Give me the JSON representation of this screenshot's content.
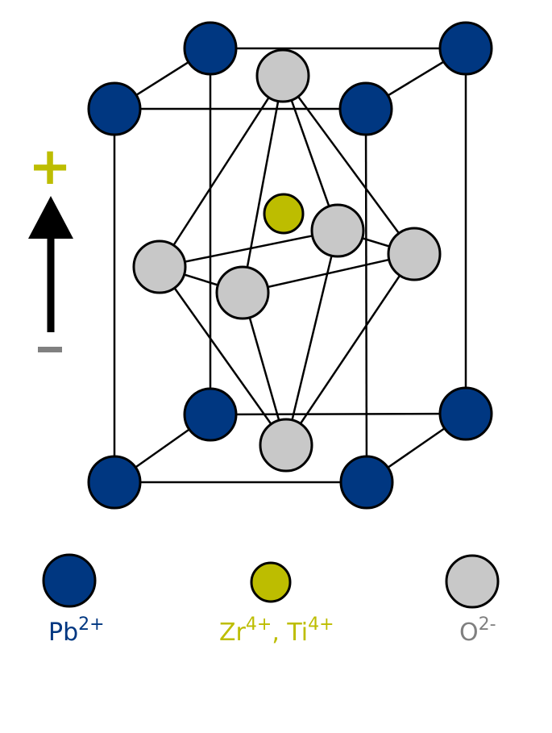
{
  "colors": {
    "pb": "#003781",
    "zrti": "#bdbd00",
    "o": "#c8c8c8",
    "minus": "#808080",
    "stroke": "#000000"
  },
  "polarity": {
    "plus": "+",
    "minus": "−"
  },
  "legend": {
    "pb": {
      "symbol": "Pb",
      "charge": "2+"
    },
    "zrti": {
      "symbol1": "Zr",
      "charge1": "4+",
      "separator": ", ",
      "symbol2": "Ti",
      "charge2": "4+"
    },
    "o": {
      "symbol": "O",
      "charge": "2-"
    }
  }
}
